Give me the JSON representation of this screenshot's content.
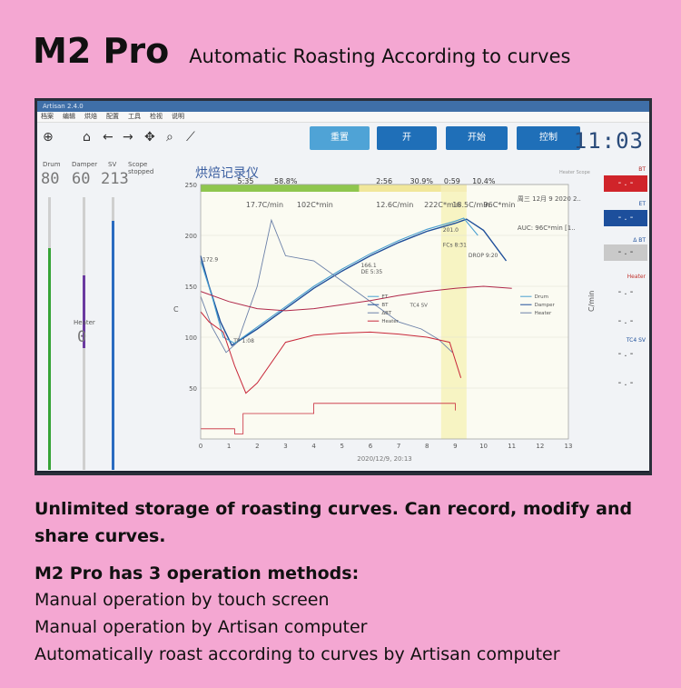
{
  "header": {
    "brand": "M2 Pro",
    "tagline": "Automatic Roasting According to curves"
  },
  "app": {
    "window_title": "Artisan 2.4.0",
    "menu": [
      "档案",
      "编辑",
      "烘焙",
      "配置",
      "工具",
      "检视",
      "说明"
    ],
    "buttons": [
      {
        "label": "重置",
        "color": "#4fa3d6"
      },
      {
        "label": "开",
        "color": "#1f6fb8"
      },
      {
        "label": "开始",
        "color": "#1f6fb8"
      },
      {
        "label": "控制",
        "color": "#1f6fb8"
      }
    ],
    "clock": "11:03",
    "left": {
      "drum_label": "Drum",
      "damper_label": "Damper",
      "sv_label": "SV",
      "scope_label": "Scope stopped",
      "drum_value": "80",
      "damper_value": "60",
      "sv_value": "213",
      "heater_label": "Heater",
      "heater_value": "0"
    },
    "right": {
      "bt_label": "BT",
      "et_label": "ET",
      "delta_bt_label": "Δ BT",
      "heater_label": "Heater",
      "tc4_label": "TC4 SV",
      "dash": "- . -"
    },
    "chart": {
      "title": "烘焙记录仪",
      "top_phase": [
        "5:35",
        "58.8%",
        "2:56",
        "30.9%",
        "0:59",
        "10.4%"
      ],
      "ror_labels": [
        "17.7C/min",
        "102C*min",
        "12.6C/min",
        "222C*min",
        "18.5C/min",
        "96C*min"
      ],
      "date_label": "周三 12月 9 2020 2..",
      "auc_label": "AUC: 96C*min [1..",
      "annotations": [
        "172.9",
        "166.1",
        "201.0",
        "DE 5:35",
        "FCs 8:31",
        "DROP 9:20",
        "TP 1:08"
      ],
      "legend_left": [
        "ET",
        "BT",
        "ΔBT",
        "Heater"
      ],
      "legend_right": [
        "Drum",
        "Damper",
        "Heater"
      ],
      "tc4_legend": "TC4 SV",
      "y_axis_label": "C",
      "y2_axis_label": "C/min",
      "y_ticks": [
        "250",
        "200",
        "150",
        "100",
        "50"
      ],
      "x_ticks": [
        "0",
        "1",
        "2",
        "3",
        "4",
        "5",
        "6",
        "7",
        "8",
        "9",
        "10",
        "11",
        "12",
        "13"
      ],
      "footer": "2020/12/9, 20:13",
      "scope_label": "Heater Scope"
    }
  },
  "body_text": {
    "para1": "Unlimited storage of roasting curves. Can record, modify and share curves.",
    "para2_title": "M2 Pro has 3 operation methods:",
    "lines": [
      "Manual operation by touch screen",
      "Manual operation by Artisan computer",
      "Automatically roast according to curves by Artisan computer"
    ]
  }
}
